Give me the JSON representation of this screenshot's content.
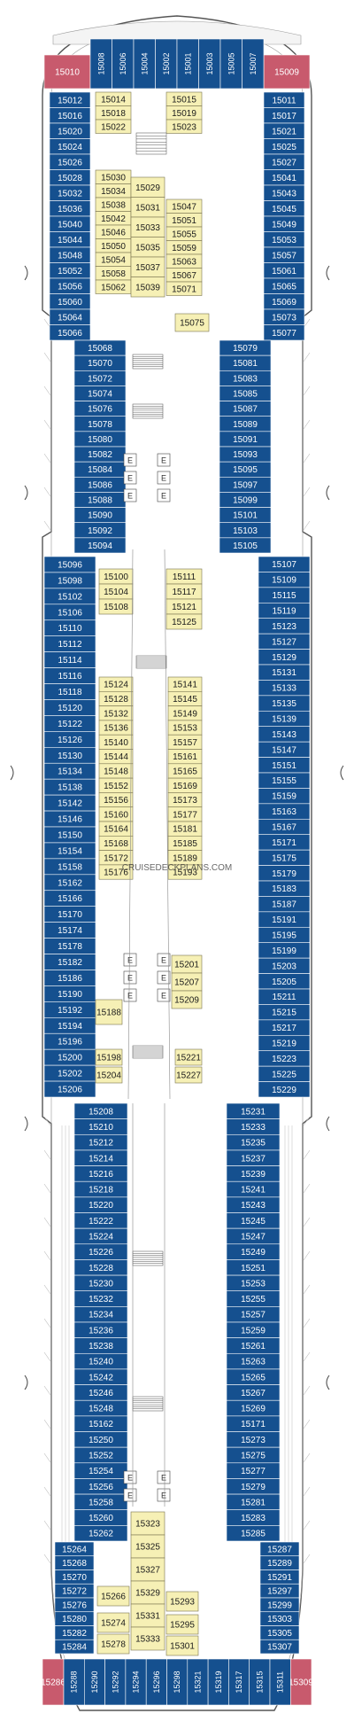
{
  "deck": {
    "watermark": "CRUISEDECKPLANS.COM",
    "colors": {
      "hull": "#ffffff",
      "outline": "#555555",
      "balcony": "#15508f",
      "interior": "#f6f0b5",
      "suite": "#c85a6d",
      "corridor": "#ffffff",
      "stair": "#bbbbbb",
      "text_on_dark": "#ffffff",
      "text_on_light": "#1a1a1a"
    },
    "bow_row": {
      "suites": [
        "15010",
        "15009"
      ],
      "cabins": [
        "15008",
        "15006",
        "15004",
        "15002",
        "15001",
        "15003",
        "15005",
        "15007"
      ]
    },
    "fwd_left_balcony": [
      "15012",
      "15016",
      "15020",
      "15024",
      "15026",
      "15028",
      "15032",
      "15036",
      "15040",
      "15044",
      "15048",
      "15052",
      "15056",
      "15060",
      "15064",
      "15066"
    ],
    "fwd_right_balcony": [
      "15011",
      "15017",
      "15021",
      "15025",
      "15027",
      "15041",
      "15043",
      "15045",
      "15049",
      "15053",
      "15057",
      "15061",
      "15065",
      "15069",
      "15073",
      "15077"
    ],
    "fwd_inner_left_top": [
      "15014",
      "15018",
      "15022"
    ],
    "fwd_inner_right_top": [
      "15015",
      "15019",
      "15023"
    ],
    "fwd_inner_left": [
      "15030",
      "15034",
      "15038",
      "15042",
      "15046",
      "15050",
      "15054",
      "15058",
      "15062"
    ],
    "fwd_inner_mid": [
      "15029",
      "15031",
      "15033",
      "15035",
      "15037",
      "15039"
    ],
    "fwd_inner_right": [
      "15047",
      "15051",
      "15055",
      "15059",
      "15063",
      "15067",
      "15071"
    ],
    "fwd_inner_extra": "15075",
    "mid1_left": [
      "15068",
      "15070",
      "15072",
      "15074",
      "15076",
      "15078",
      "15080",
      "15082",
      "15084",
      "15086",
      "15088",
      "15090",
      "15092",
      "15094"
    ],
    "mid1_right": [
      "15079",
      "15081",
      "15083",
      "15085",
      "15087",
      "15089",
      "15091",
      "15093",
      "15095",
      "15097",
      "15099",
      "15101",
      "15103",
      "15105"
    ],
    "mid2_left": [
      "15096",
      "15098",
      "15102",
      "15106",
      "15110",
      "15112",
      "15114",
      "15116",
      "15118",
      "15120",
      "15122",
      "15126",
      "15130",
      "15134",
      "15138",
      "15142",
      "15146",
      "15150",
      "15154",
      "15158",
      "15162",
      "15166",
      "15170",
      "15174",
      "15178",
      "15182",
      "15186",
      "15190",
      "15192",
      "15194",
      "15196",
      "15200",
      "15202",
      "15206"
    ],
    "mid2_right": [
      "15107",
      "15109",
      "15115",
      "15119",
      "15123",
      "15127",
      "15129",
      "15131",
      "15133",
      "15135",
      "15139",
      "15143",
      "15147",
      "15151",
      "15155",
      "15159",
      "15163",
      "15167",
      "15171",
      "15175",
      "15179",
      "15183",
      "15187",
      "15191",
      "15195",
      "15199",
      "15203",
      "15205",
      "15211",
      "15215",
      "15217",
      "15219",
      "15223",
      "15225",
      "15229"
    ],
    "mid2_inner_left_top": [
      "15100",
      "15104",
      "15108"
    ],
    "mid2_inner_right_top": [
      "15111",
      "15117",
      "15121",
      "15125"
    ],
    "mid2_inner_left": [
      "15124",
      "15128",
      "15132",
      "15136",
      "15140",
      "15144",
      "15148",
      "15152",
      "15156",
      "15160",
      "15164",
      "15168",
      "15172",
      "15176"
    ],
    "mid2_inner_right": [
      "15141",
      "15145",
      "15149",
      "15153",
      "15157",
      "15161",
      "15165",
      "15169",
      "15173",
      "15177",
      "15181",
      "15185",
      "15189",
      "15193"
    ],
    "mid2_inner_right_low": [
      "15201",
      "15207",
      "15209"
    ],
    "mid2_inner_misc": [
      "15188",
      "15198",
      "15204",
      "15221",
      "15227"
    ],
    "aft_left": [
      "15208",
      "15210",
      "15212",
      "15214",
      "15216",
      "15218",
      "15220",
      "15222",
      "15224",
      "15226",
      "15228",
      "15230",
      "15232",
      "15234",
      "15236",
      "15238",
      "15240",
      "15242",
      "15246",
      "15248",
      "15162",
      "15250",
      "15252",
      "15254",
      "15256",
      "15258",
      "15260",
      "15262"
    ],
    "aft_right": [
      "15231",
      "15233",
      "15235",
      "15237",
      "15239",
      "15241",
      "15243",
      "15245",
      "15247",
      "15249",
      "15251",
      "15253",
      "15255",
      "15257",
      "15259",
      "15261",
      "15263",
      "15265",
      "15267",
      "15269",
      "15171",
      "15273",
      "15275",
      "15277",
      "15279",
      "15281",
      "15283",
      "15285"
    ],
    "stern_left_outer": [
      "15264",
      "15268",
      "15270",
      "15272",
      "15276",
      "15280",
      "15282",
      "15284"
    ],
    "stern_right_outer": [
      "15287",
      "15289",
      "15291",
      "15297",
      "15299",
      "15303",
      "15305",
      "15307"
    ],
    "stern_inner_center": [
      "15323",
      "15325",
      "15327",
      "15329",
      "15331",
      "15333"
    ],
    "stern_inner_misc": [
      "15266",
      "15274",
      "15278",
      "15293",
      "15295",
      "15301"
    ],
    "stern_row": {
      "suites": [
        "15286",
        "15309"
      ],
      "cabins": [
        "15288",
        "15290",
        "15292",
        "15294",
        "15296",
        "15298",
        "15321",
        "15319",
        "15317",
        "15315",
        "15311"
      ]
    }
  }
}
